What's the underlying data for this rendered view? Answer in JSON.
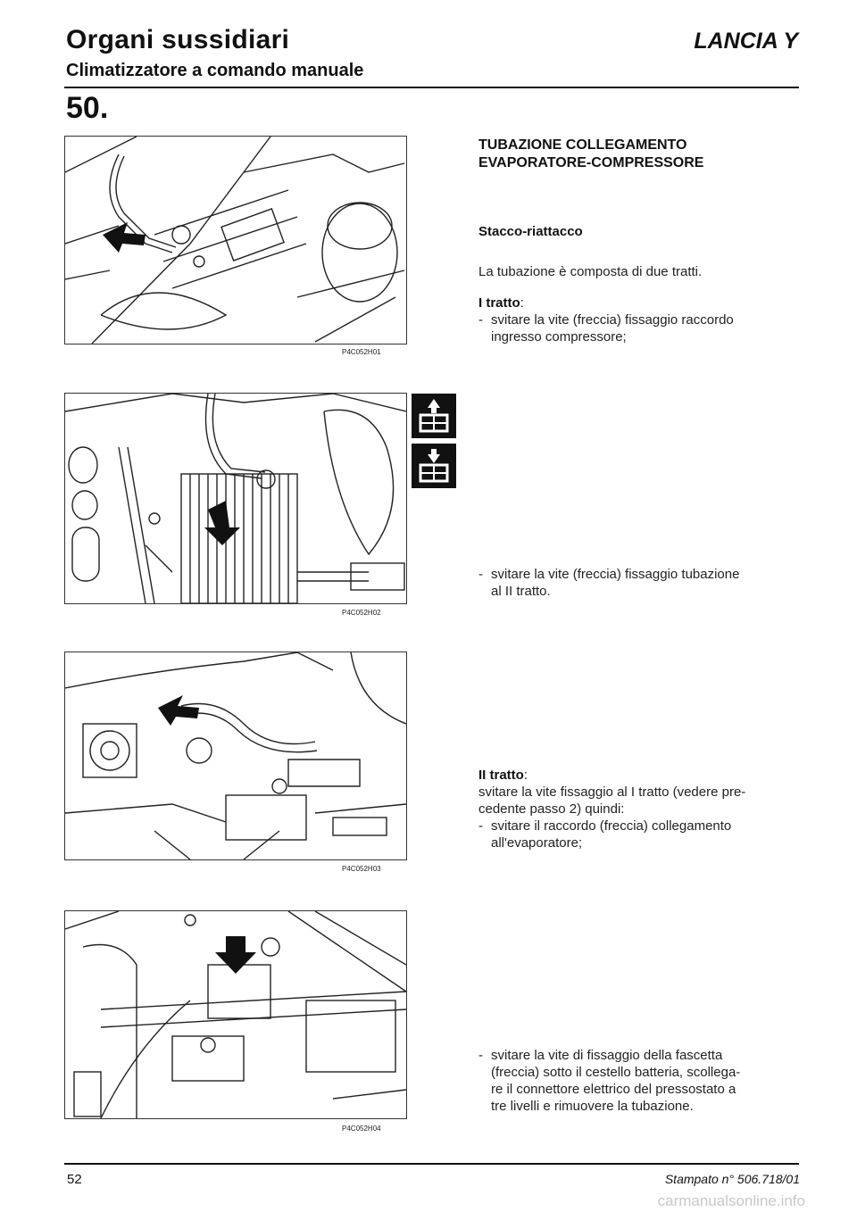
{
  "header": {
    "title": "Organi sussidiari",
    "subtitle": "Climatizzatore a comando manuale",
    "brand": "LANCIA Y"
  },
  "step_number": "50.",
  "figures": [
    {
      "code": "P4C052H01"
    },
    {
      "code": "P4C052H02"
    },
    {
      "code": "P4C052H03"
    },
    {
      "code": "P4C052H04"
    }
  ],
  "icons": [
    "remove-icon",
    "refit-icon"
  ],
  "content": {
    "section_title_line1": "TUBAZIONE COLLEGAMENTO",
    "section_title_line2": "EVAPORATORE-COMPRESSORE",
    "subheading": "Stacco-riattacco",
    "intro": "La tubazione è composta di due tratti.",
    "part1_label": "I tratto",
    "part1_colon": ":",
    "part1_dash": "-",
    "part1_step1_line1": "svitare la vite (freccia) fissaggio raccordo",
    "part1_step1_line2": "ingresso compressore;",
    "part1_step2_dash": "-",
    "part1_step2_line1": "svitare la vite (freccia) fissaggio tubazione",
    "part1_step2_line2": "al II tratto.",
    "part2_label": "II tratto",
    "part2_colon": ":",
    "part2_intro_line1": "svitare la vite fissaggio al I tratto (vedere pre-",
    "part2_intro_line2": "cedente passo 2) quindi:",
    "part2_step1_dash": "-",
    "part2_step1_line1": "svitare il raccordo (freccia) collegamento",
    "part2_step1_line2": "all'evaporatore;",
    "part2_step2_dash": "-",
    "part2_step2_line1": "svitare la vite di fissaggio della fascetta",
    "part2_step2_line2": "(freccia) sotto il cestello batteria, scollega-",
    "part2_step2_line3": "re il connettore elettrico del pressostato a",
    "part2_step2_line4": "tre livelli e rimuovere la tubazione."
  },
  "footer": {
    "page_number": "52",
    "print_ref": "Stampato n° 506.718/01"
  },
  "watermark": "carmanualsonline.info"
}
